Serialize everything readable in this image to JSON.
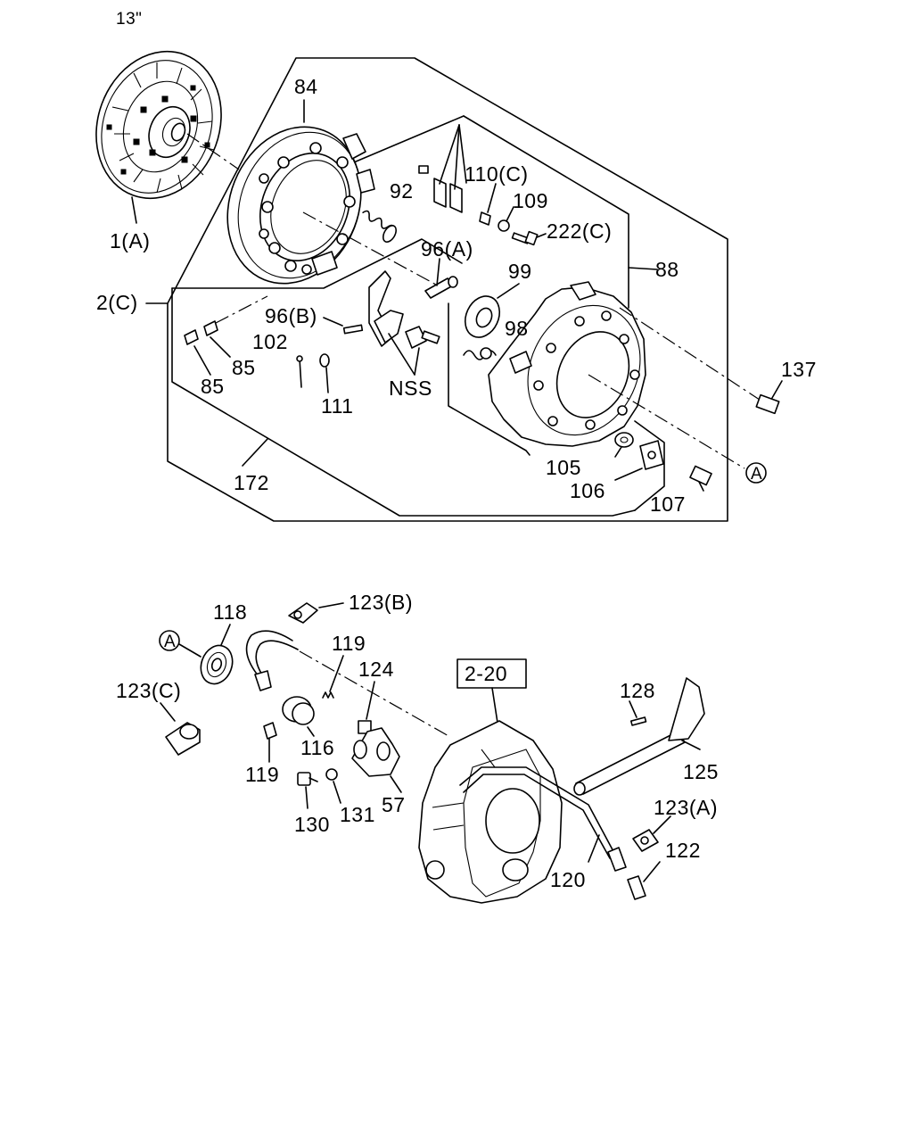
{
  "diagram": {
    "header_label": "13\"",
    "top_labels": [
      {
        "id": "84",
        "text": "84"
      },
      {
        "id": "1a",
        "text": "1(A)"
      },
      {
        "id": "2c",
        "text": "2(C)"
      },
      {
        "id": "92",
        "text": "92"
      },
      {
        "id": "110c",
        "text": "110(C)"
      },
      {
        "id": "109",
        "text": "109"
      },
      {
        "id": "222c",
        "text": "222(C)"
      },
      {
        "id": "96a",
        "text": "96(A)"
      },
      {
        "id": "88",
        "text": "88"
      },
      {
        "id": "99",
        "text": "99"
      },
      {
        "id": "96b",
        "text": "96(B)"
      },
      {
        "id": "98",
        "text": "98"
      },
      {
        "id": "102",
        "text": "102"
      },
      {
        "id": "85a",
        "text": "85"
      },
      {
        "id": "85b",
        "text": "85"
      },
      {
        "id": "nss",
        "text": "NSS"
      },
      {
        "id": "111",
        "text": "111"
      },
      {
        "id": "137",
        "text": "137"
      },
      {
        "id": "172",
        "text": "172"
      },
      {
        "id": "105",
        "text": "105"
      },
      {
        "id": "106",
        "text": "106"
      },
      {
        "id": "107",
        "text": "107"
      }
    ],
    "bottom_labels": [
      {
        "id": "123b",
        "text": "123(B)"
      },
      {
        "id": "118",
        "text": "118"
      },
      {
        "id": "119a",
        "text": "119"
      },
      {
        "id": "124",
        "text": "124"
      },
      {
        "id": "123c",
        "text": "123(C)"
      },
      {
        "id": "116",
        "text": "116"
      },
      {
        "id": "119b",
        "text": "119"
      },
      {
        "id": "57",
        "text": "57"
      },
      {
        "id": "130",
        "text": "130"
      },
      {
        "id": "131",
        "text": "131"
      },
      {
        "id": "128",
        "text": "128"
      },
      {
        "id": "125",
        "text": "125"
      },
      {
        "id": "123a",
        "text": "123(A)"
      },
      {
        "id": "122",
        "text": "122"
      },
      {
        "id": "120",
        "text": "120"
      }
    ],
    "reference_marker": "A",
    "group_reference": "2-20"
  }
}
